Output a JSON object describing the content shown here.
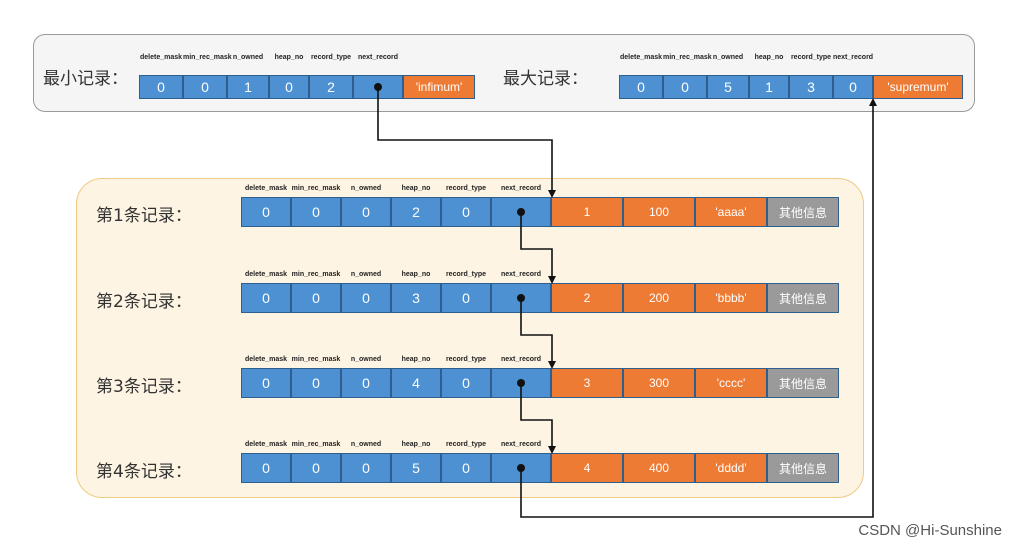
{
  "header_fields": [
    "delete_mask",
    "min_rec_mask",
    "n_owned",
    "heap_no",
    "record_type",
    "next_record"
  ],
  "infimum": {
    "label": "最小记录：",
    "values": [
      "0",
      "0",
      "1",
      "0",
      "2"
    ],
    "content": "'infimum'"
  },
  "supremum": {
    "label": "最大记录：",
    "values": [
      "0",
      "0",
      "5",
      "1",
      "3",
      "0"
    ],
    "content": "'supremum'"
  },
  "records": [
    {
      "label": "第1条记录：",
      "values": [
        "0",
        "0",
        "0",
        "2",
        "0"
      ],
      "id": "1",
      "num": "100",
      "str": "'aaaa'",
      "other": "其他信息"
    },
    {
      "label": "第2条记录：",
      "values": [
        "0",
        "0",
        "0",
        "3",
        "0"
      ],
      "id": "2",
      "num": "200",
      "str": "'bbbb'",
      "other": "其他信息"
    },
    {
      "label": "第3条记录：",
      "values": [
        "0",
        "0",
        "0",
        "4",
        "0"
      ],
      "id": "3",
      "num": "300",
      "str": "'cccc'",
      "other": "其他信息"
    },
    {
      "label": "第4条记录：",
      "values": [
        "0",
        "0",
        "0",
        "5",
        "0"
      ],
      "id": "4",
      "num": "400",
      "str": "'dddd'",
      "other": "其他信息"
    }
  ],
  "watermark": "CSDN @Hi-Sunshine",
  "colors": {
    "blue": "#4d91d3",
    "orange": "#ee7b34",
    "gray": "#9a9a9a",
    "panel_top": "#f5f5f5",
    "panel_bottom": "#fdf4e3"
  }
}
